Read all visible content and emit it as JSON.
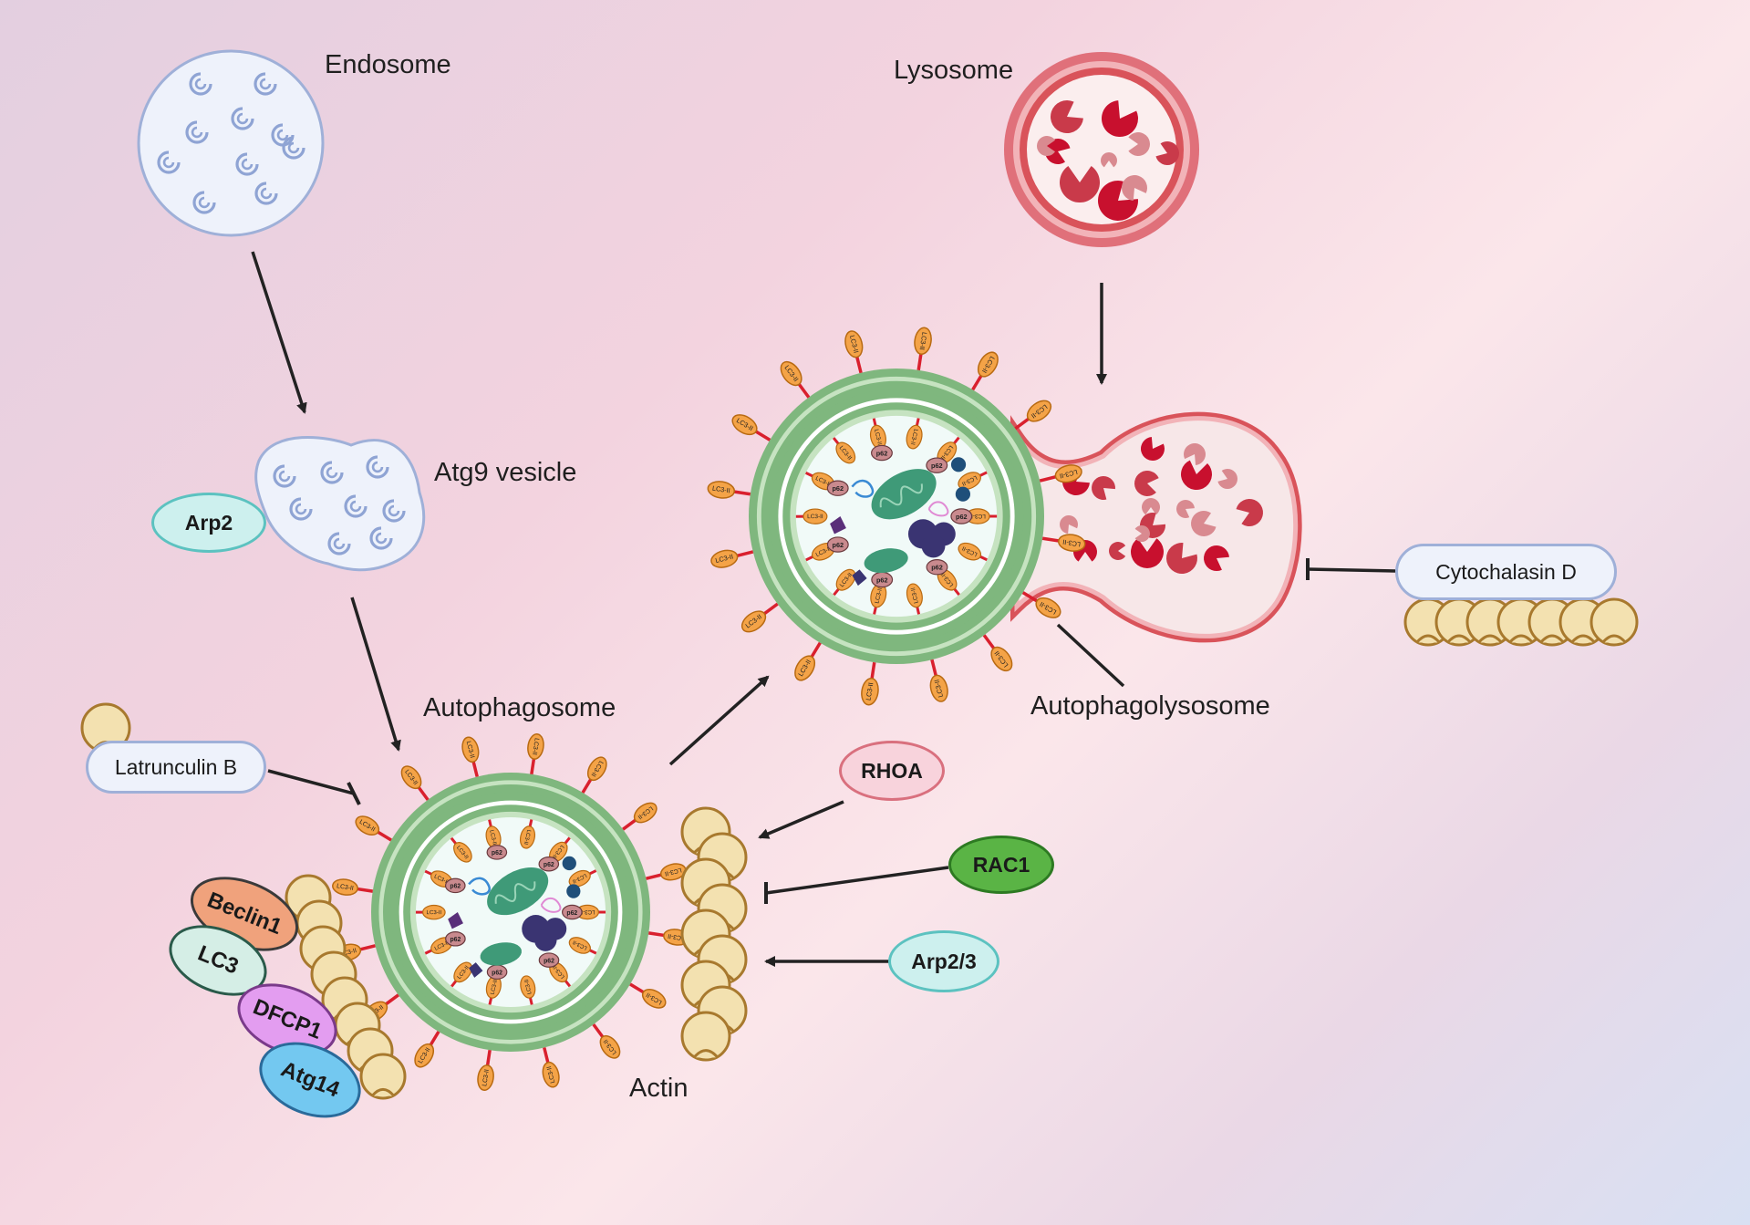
{
  "labels": {
    "endosome": "Endosome",
    "lysosome": "Lysosome",
    "atg9_vesicle": "Atg9 vesicle",
    "autophagosome": "Autophagosome",
    "autophagolysosome": "Autophagolysosome",
    "actin": "Actin"
  },
  "proteins": {
    "arp2": "Arp2",
    "rhoa": "RHOA",
    "rac1": "RAC1",
    "arp23": "Arp2/3",
    "beclin1": "Beclin1",
    "lc3": "LC3",
    "dfcp1": "DFCP1",
    "atg14": "Atg14"
  },
  "inhibitors": {
    "latrunculin_b": "Latrunculin B",
    "cytochalasin_d": "Cytochalasin D"
  },
  "markers": {
    "lc3_ii": "LC3-II",
    "p62": "p62"
  },
  "colors": {
    "membrane_green": "#7fb77e",
    "lysosome_red": "#d9535a",
    "enzyme_red": "#c8102e",
    "actin_tan": "#f3e1b0",
    "rhoa_fill": "#f8d3dc",
    "rac1_fill": "#5ab445",
    "arp_fill": "#cdf0ee",
    "beclin_fill": "#f0a27c",
    "dfcp1_fill": "#e39df0",
    "atg14_fill": "#73c8f0"
  }
}
